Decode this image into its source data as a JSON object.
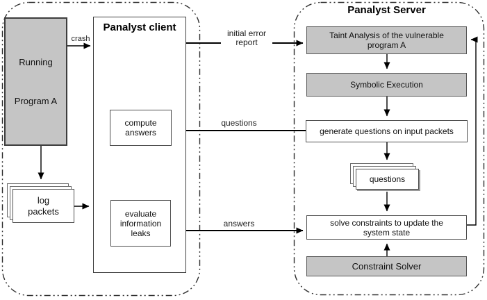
{
  "diagram": {
    "left_group": {
      "running_program": {
        "line1": "Running",
        "line2": "Program A"
      },
      "log_packets_label": "log packets",
      "client": {
        "title": "Panalyst client",
        "compute_answers": "compute answers",
        "evaluate_information_leaks": "evaluate information leaks"
      }
    },
    "server_group": {
      "title": "Panalyst Server",
      "taint_analysis": "Taint Analysis of the vulnerable program A",
      "symbolic_execution": "Symbolic Execution",
      "generate_questions": "generate questions on input packets",
      "questions_label": "questions",
      "solve_constraints": "solve constraints to update the system state",
      "constraint_solver": "Constraint Solver"
    },
    "edge_labels": {
      "crash": "crash",
      "initial_error_report": "initial error report",
      "questions": "questions",
      "answers": "answers"
    },
    "colors": {
      "box_gray": "#c5c5c5",
      "line": "#000000",
      "dashed_border": "#2e2e2e"
    }
  }
}
